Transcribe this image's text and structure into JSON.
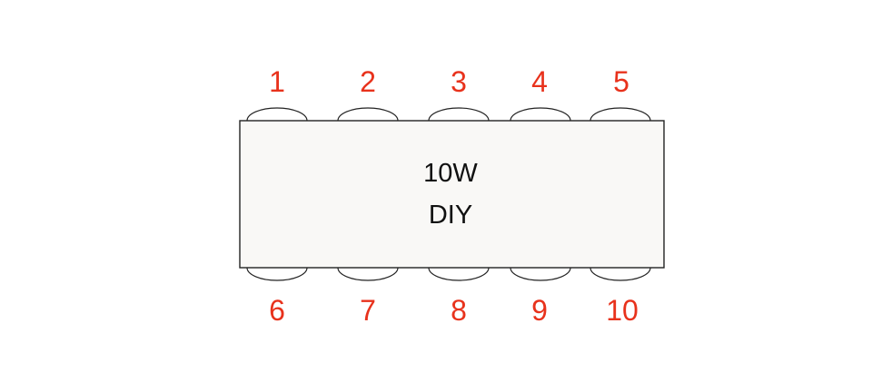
{
  "component": {
    "label_line1": "10W",
    "label_line2": "DIY",
    "body_fill": "#f9f8f6",
    "outline_color": "#222222"
  },
  "pin_label_color": "#e8321c",
  "top_pins": [
    "1",
    "2",
    "3",
    "4",
    "5"
  ],
  "bottom_pins": [
    "6",
    "7",
    "8",
    "9",
    "10"
  ]
}
